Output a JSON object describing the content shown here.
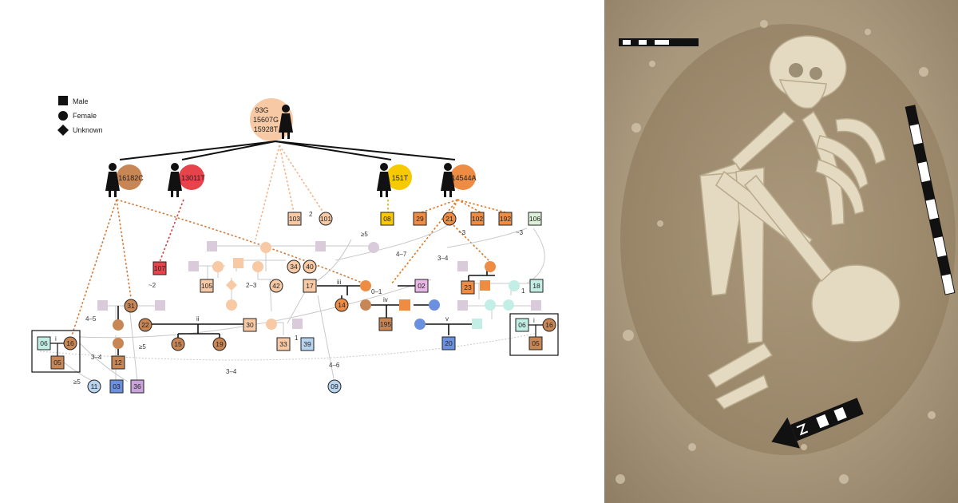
{
  "legend": {
    "male": "Male",
    "female": "Female",
    "unknown": "Unknown"
  },
  "founder": {
    "label1": "93G",
    "label2": "15607G",
    "label3": "15928T"
  },
  "lineages": [
    {
      "id": "a",
      "label": "16182C",
      "color": "#c98655"
    },
    {
      "id": "b",
      "label": "13011T",
      "color": "#e8424a"
    },
    {
      "id": "c",
      "label": "151T",
      "color": "#f7c900"
    },
    {
      "id": "d",
      "label": "14544A",
      "color": "#ee8c44"
    }
  ],
  "individuals": [
    "103",
    "101",
    "08",
    "29",
    "21",
    "102",
    "192",
    "106",
    "107",
    "105",
    "34",
    "40",
    "42",
    "17",
    "14",
    "02",
    "195",
    "23",
    "18",
    "31",
    "22",
    "30",
    "15",
    "19",
    "33",
    "39",
    "20",
    "06",
    "16",
    "05",
    "12",
    "11",
    "03",
    "36",
    "09"
  ],
  "degree_labels": [
    "2",
    "≥5",
    "4–7",
    "3–4",
    "~3",
    "~3",
    "~2",
    "2–3",
    "0–1",
    "1",
    "1",
    "4–5",
    "≥5",
    "3–4",
    "3–4",
    "4–6",
    "≥5"
  ],
  "relation_labels": [
    "iii",
    "iv",
    "ii",
    "v",
    "i",
    "i"
  ],
  "colors": {
    "orange": "#ee8c44",
    "tan": "#c98655",
    "peach": "#f7c9a4",
    "red": "#e8424a",
    "yellow": "#f7c900",
    "lavender": "#d9cbd9",
    "blue_light": "#b7d3ee",
    "blue": "#6c90e0",
    "mint": "#c3eee6",
    "green_light": "#dff0d8",
    "pink": "#eab6e6",
    "purple_light": "#c9a3d9"
  }
}
